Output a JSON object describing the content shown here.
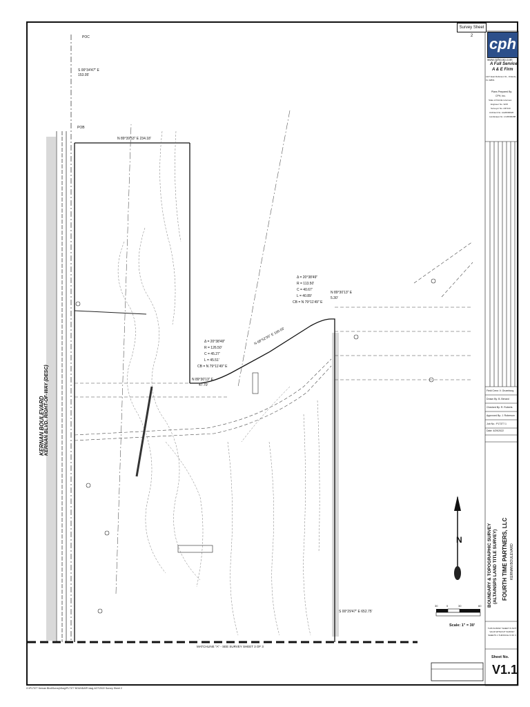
{
  "survey_tab": "Survey Sheet 2",
  "logo": "cph",
  "url": "www.cphcorp.com",
  "tagline1": "A Full Service",
  "tagline2": "A & E Firm",
  "address": "1117 East Robinson St., Orlando, FL 32801",
  "prepared_by": "Plans Prepared By:",
  "firm": "CPH, Inc.",
  "firm_lines": [
    "State of Florida Licenses:",
    "Engineer No. 3215",
    "Surveyor No. LB7143",
    "Architect No. AA26000926",
    "Landscape No. LC26000298"
  ],
  "field_crew": "Field Crew: V. Gruenburg",
  "drawn_by": "Drawn By: B. Benard",
  "checked_by": "Checked By: R. Roberts",
  "approved_by": "Approved By: J. Roberson",
  "job_no": "Job No.: P17377.1",
  "date": "Date: 4/29/2022",
  "title_vertical_1": "BOUNDARY & TOPOGRAPHIC SURVEY",
  "title_vertical_2": "(ALTA/NSPS LAND TITLE SURVEY)",
  "client_vertical": "FOURTH TIME PARTNERS, LLC",
  "location_vertical": "KERNAN BOULEVARD",
  "sheet_label": "Sheet No.",
  "sheet_no": "V1.1",
  "note": "THIS SURVEY SHEET IS NOT VALID WITHOUT SURVEY SHEETS 1 THROUGH 3 OF 3",
  "matchline": "MATCHLINE \"A\" - SEE SURVEY SHEET 3 OF 3",
  "scale": "Scale: 1\" = 30'",
  "scale_ticks": [
    "30",
    "0",
    "30",
    "60"
  ],
  "north": "N",
  "road_name_1": "KERNAN BOULEVARD",
  "road_name_2": "KERNAN BLVD. RIGHT-OF-WAY (DESC)",
  "poc": "POC",
  "pob": "POB",
  "bearing_top": "N 89°39'53\" E 234.18'",
  "bearing_s": "S 00°34'47\" E",
  "bearing_s_dist": "153.05'",
  "curve1": [
    "Δ = 20°38'49\"",
    "R = 113.50'",
    "C = 40.67'",
    "L = 40.89'",
    "CB = N 79°11'49\" E"
  ],
  "curve2": [
    "Δ = 20°38'49\"",
    "R = 126.50'",
    "C = 45.27'",
    "L = 45.51'",
    "CB = N 79°11'49\" E"
  ],
  "bearing_mid": "N 89°30'13\" E",
  "bearing_mid_dist": "5.30'",
  "bearing_diag": "N 68°52'35\" E 160.03'",
  "bearing_low": "N 89°30'13\" E",
  "bearing_low_dist": "47.70'",
  "bearing_right": "S 00°29'47\" E 652.75'",
  "footer": "G:\\P17377 Kernan Blvd\\Survey\\Dwg\\P17377 BOUNDARY.dwg 4/27/2022 Survey Sheet 2"
}
